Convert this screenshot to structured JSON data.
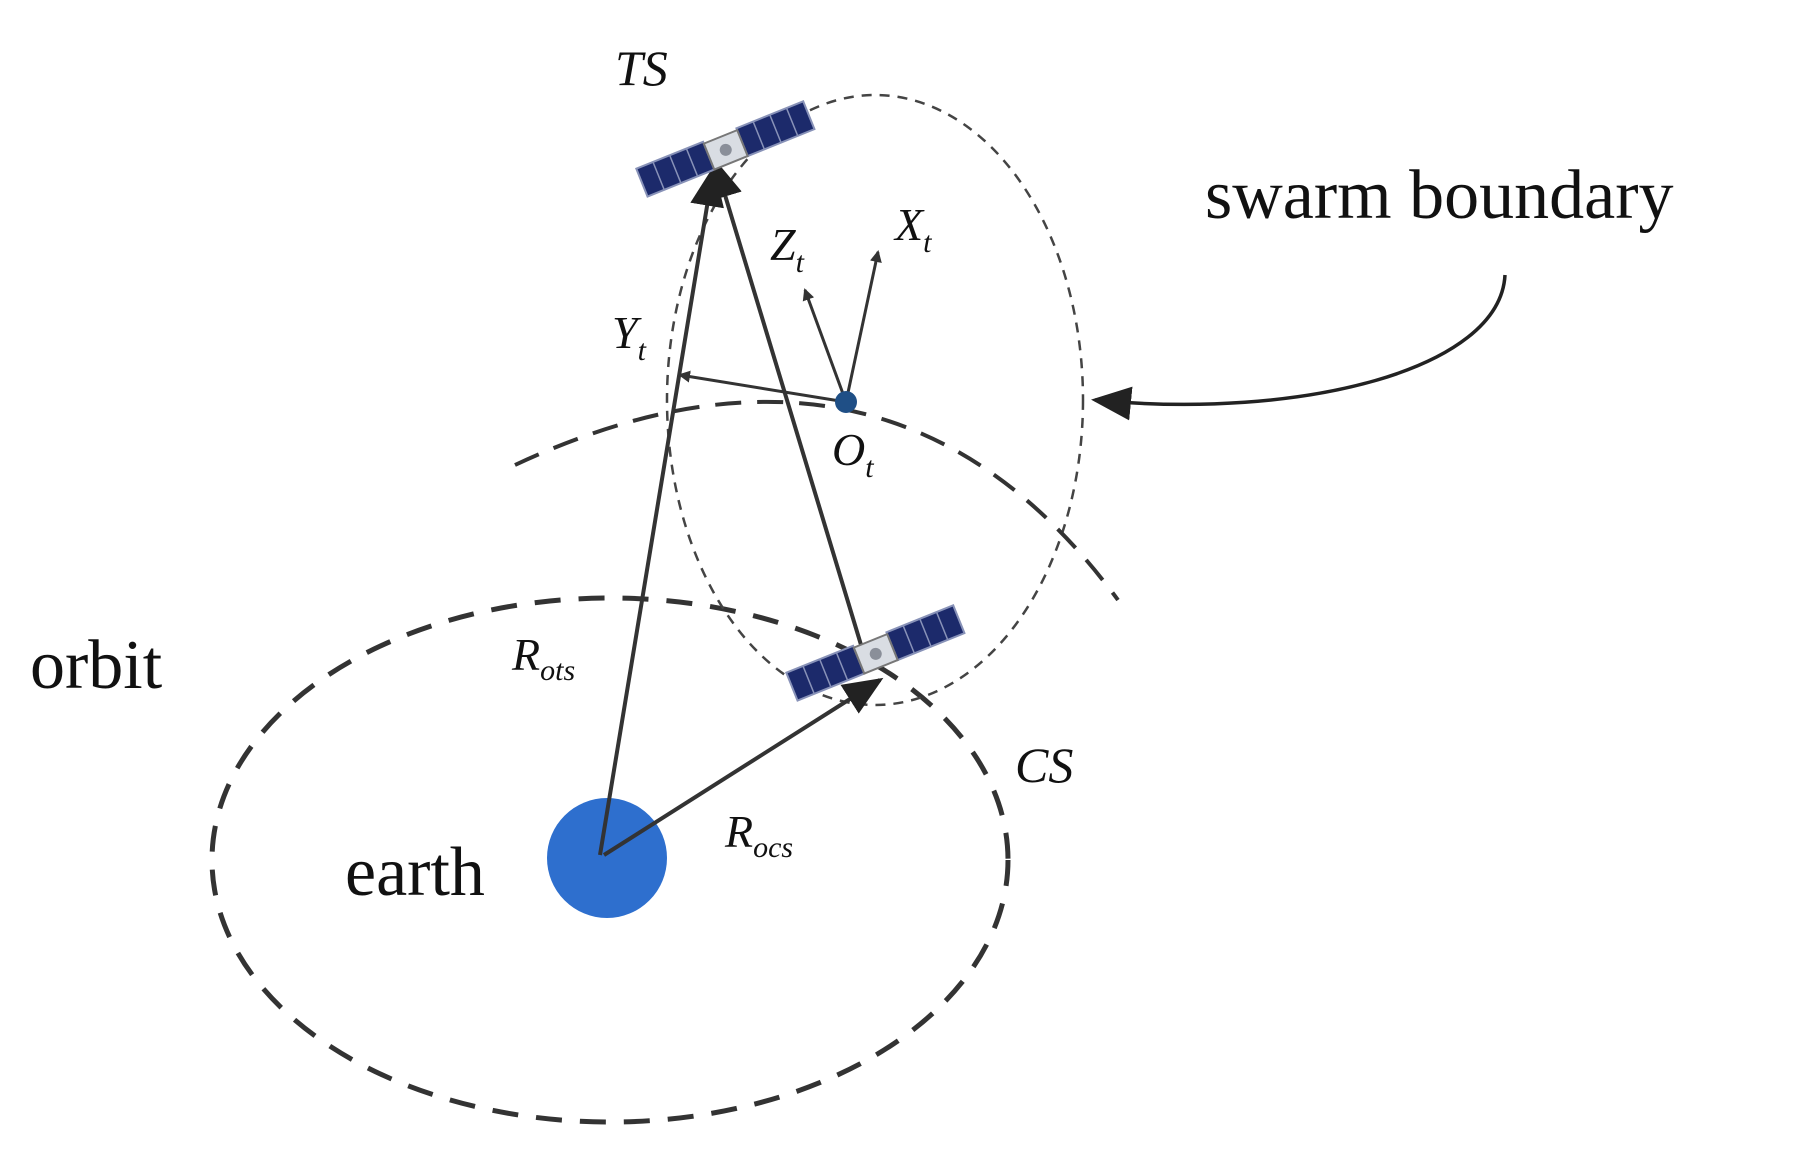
{
  "labels": {
    "ts": "TS",
    "cs": "CS",
    "swarm_boundary": "swarm boundary",
    "orbit": "orbit",
    "earth": "earth",
    "zt": {
      "main": "Z",
      "sub": "t"
    },
    "xt": {
      "main": "X",
      "sub": "t"
    },
    "yt": {
      "main": "Y",
      "sub": "t"
    },
    "ot": {
      "main": "O",
      "sub": "t"
    },
    "rots": {
      "main": "R",
      "sub": "ots"
    },
    "rocs": {
      "main": "R",
      "sub": "ocs"
    }
  },
  "colors": {
    "earth": "#2e6fce",
    "origin_dot": "#1f4f86",
    "panel": "#1c2a6b",
    "lines": "#333333"
  }
}
